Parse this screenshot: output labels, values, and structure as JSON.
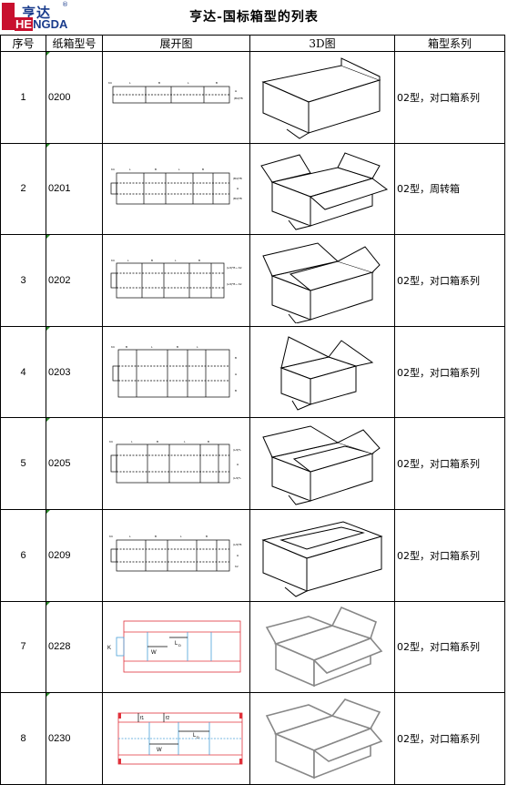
{
  "logo": {
    "cn": "亨达",
    "en_red": "HE",
    "en_blue": "NGDA",
    "reg": "®"
  },
  "title_left": "亨达-国标",
  "title_right": "箱型的列表",
  "columns": [
    "序号",
    "纸箱型号",
    "展开图",
    "3D图",
    "箱型系列"
  ],
  "rows": [
    {
      "index": "1",
      "code": "0200",
      "series": "02型，对口箱系列"
    },
    {
      "index": "2",
      "code": "0201",
      "series": "02型，周转箱"
    },
    {
      "index": "3",
      "code": "0202",
      "series": "02型，对口箱系列"
    },
    {
      "index": "4",
      "code": "0203",
      "series": "02型，对口箱系列"
    },
    {
      "index": "5",
      "code": "0205",
      "series": "02型，对口箱系列"
    },
    {
      "index": "6",
      "code": "0209",
      "series": "02型，对口箱系列"
    },
    {
      "index": "7",
      "code": "0228",
      "series": "02型，对口箱系列"
    },
    {
      "index": "8",
      "code": "0230",
      "series": "02型，对口箱系列"
    }
  ],
  "colors": {
    "logo_red": "#c8102e",
    "logo_blue": "#1a3c8c",
    "die_red": "#e0303a",
    "die_blue": "#4aa0d8"
  }
}
